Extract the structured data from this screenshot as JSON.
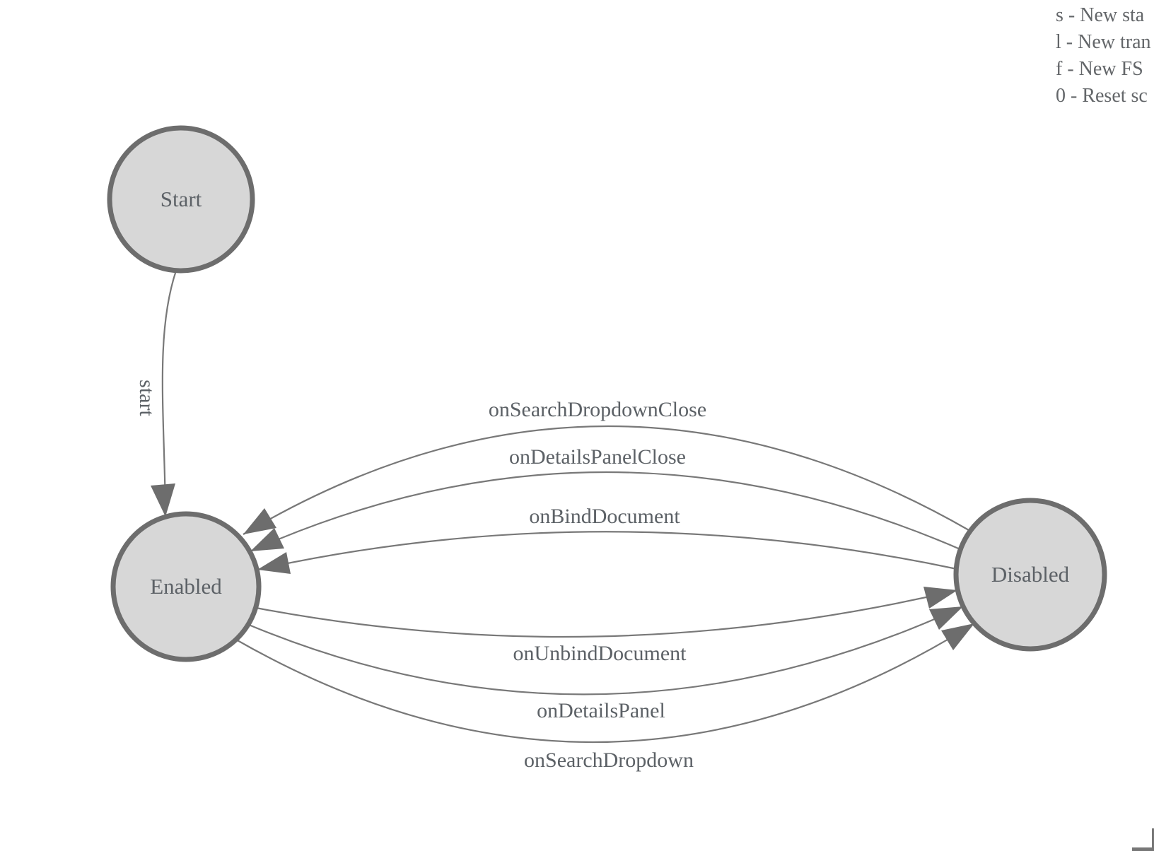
{
  "diagram": {
    "type": "finite-state-machine",
    "nodes": {
      "start": {
        "label": "Start"
      },
      "enabled": {
        "label": "Enabled"
      },
      "disabled": {
        "label": "Disabled"
      }
    },
    "edges": {
      "start_to_enabled": {
        "from": "Start",
        "to": "Enabled",
        "label": "start"
      },
      "disabled_to_enabled": [
        {
          "from": "Disabled",
          "to": "Enabled",
          "label": "onSearchDropdownClose"
        },
        {
          "from": "Disabled",
          "to": "Enabled",
          "label": "onDetailsPanelClose"
        },
        {
          "from": "Disabled",
          "to": "Enabled",
          "label": "onBindDocument"
        }
      ],
      "enabled_to_disabled": [
        {
          "from": "Enabled",
          "to": "Disabled",
          "label": "onUnbindDocument"
        },
        {
          "from": "Enabled",
          "to": "Disabled",
          "label": "onDetailsPanel"
        },
        {
          "from": "Enabled",
          "to": "Disabled",
          "label": "onSearchDropdown"
        }
      ]
    }
  },
  "legend": {
    "lines": [
      "s - New sta",
      "l - New tran",
      "f - New FS",
      "0 - Reset sc"
    ]
  },
  "colors": {
    "background": "#ffffff",
    "node_fill": "#d7d7d7",
    "node_stroke": "#6d6d6d",
    "edge_stroke": "#787878",
    "arrow_fill": "#6d6d6d",
    "label_text": "#5c6166",
    "legend_text": "#636669"
  }
}
